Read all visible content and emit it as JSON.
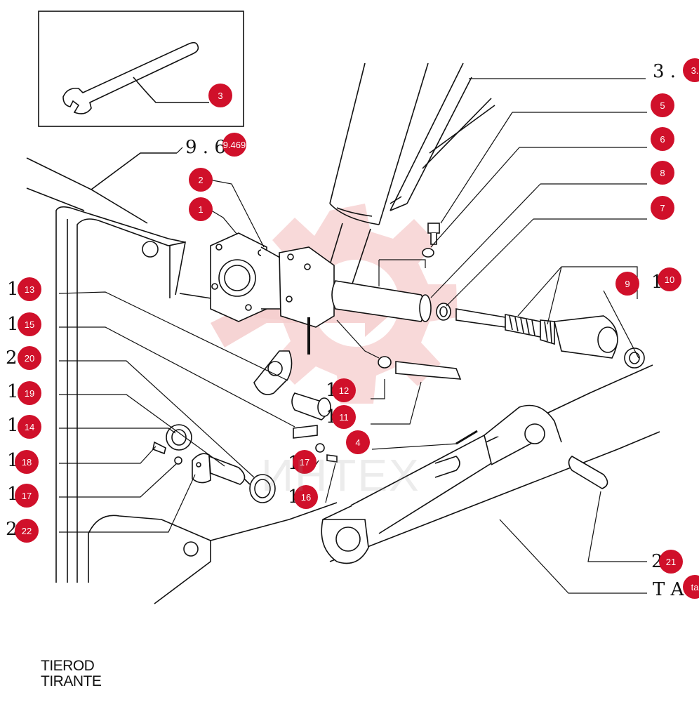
{
  "diagram": {
    "callouts": [
      {
        "id": "1",
        "label": "1"
      },
      {
        "id": "2",
        "label": "2"
      },
      {
        "id": "3",
        "label": "3"
      },
      {
        "id": "4",
        "label": "4"
      },
      {
        "id": "5",
        "label": "5"
      },
      {
        "id": "6",
        "label": "6"
      },
      {
        "id": "7",
        "label": "7"
      },
      {
        "id": "8",
        "label": "8"
      },
      {
        "id": "9",
        "label": "9"
      },
      {
        "id": "10",
        "label": "10"
      },
      {
        "id": "11",
        "label": "11"
      },
      {
        "id": "12",
        "label": "12"
      },
      {
        "id": "13",
        "label": "13"
      },
      {
        "id": "14",
        "label": "14"
      },
      {
        "id": "15",
        "label": "15"
      },
      {
        "id": "16",
        "label": "16"
      },
      {
        "id": "17a",
        "label": "17"
      },
      {
        "id": "17b",
        "label": "17"
      },
      {
        "id": "18",
        "label": "18"
      },
      {
        "id": "19",
        "label": "19"
      },
      {
        "id": "20",
        "label": "20"
      },
      {
        "id": "21",
        "label": "21"
      },
      {
        "id": "22",
        "label": "22"
      },
      {
        "id": "ref9",
        "label": "9.469"
      },
      {
        "id": "ref3",
        "label": "3."
      },
      {
        "id": "refTA",
        "label": "ta"
      }
    ],
    "references": {
      "top_left": "9 . 6 9",
      "top_right": "3 .",
      "bottom_right": "T A"
    },
    "left_prefixes": {
      "p13": "1",
      "p15": "1",
      "p20": "2",
      "p19": "1",
      "p14": "1",
      "p18": "1",
      "p17": "1",
      "p22": "2",
      "p10": "1",
      "p12": "1",
      "p11": "1",
      "p17b": "1",
      "p16": "1",
      "p21": "2"
    },
    "caption": {
      "line1": "TIEROD",
      "line2": "TIRANTE"
    },
    "watermark": "ИНТЕХ",
    "colors": {
      "badge": "#d0102a",
      "line": "#111111",
      "watermark": "#f3c2c2"
    }
  }
}
